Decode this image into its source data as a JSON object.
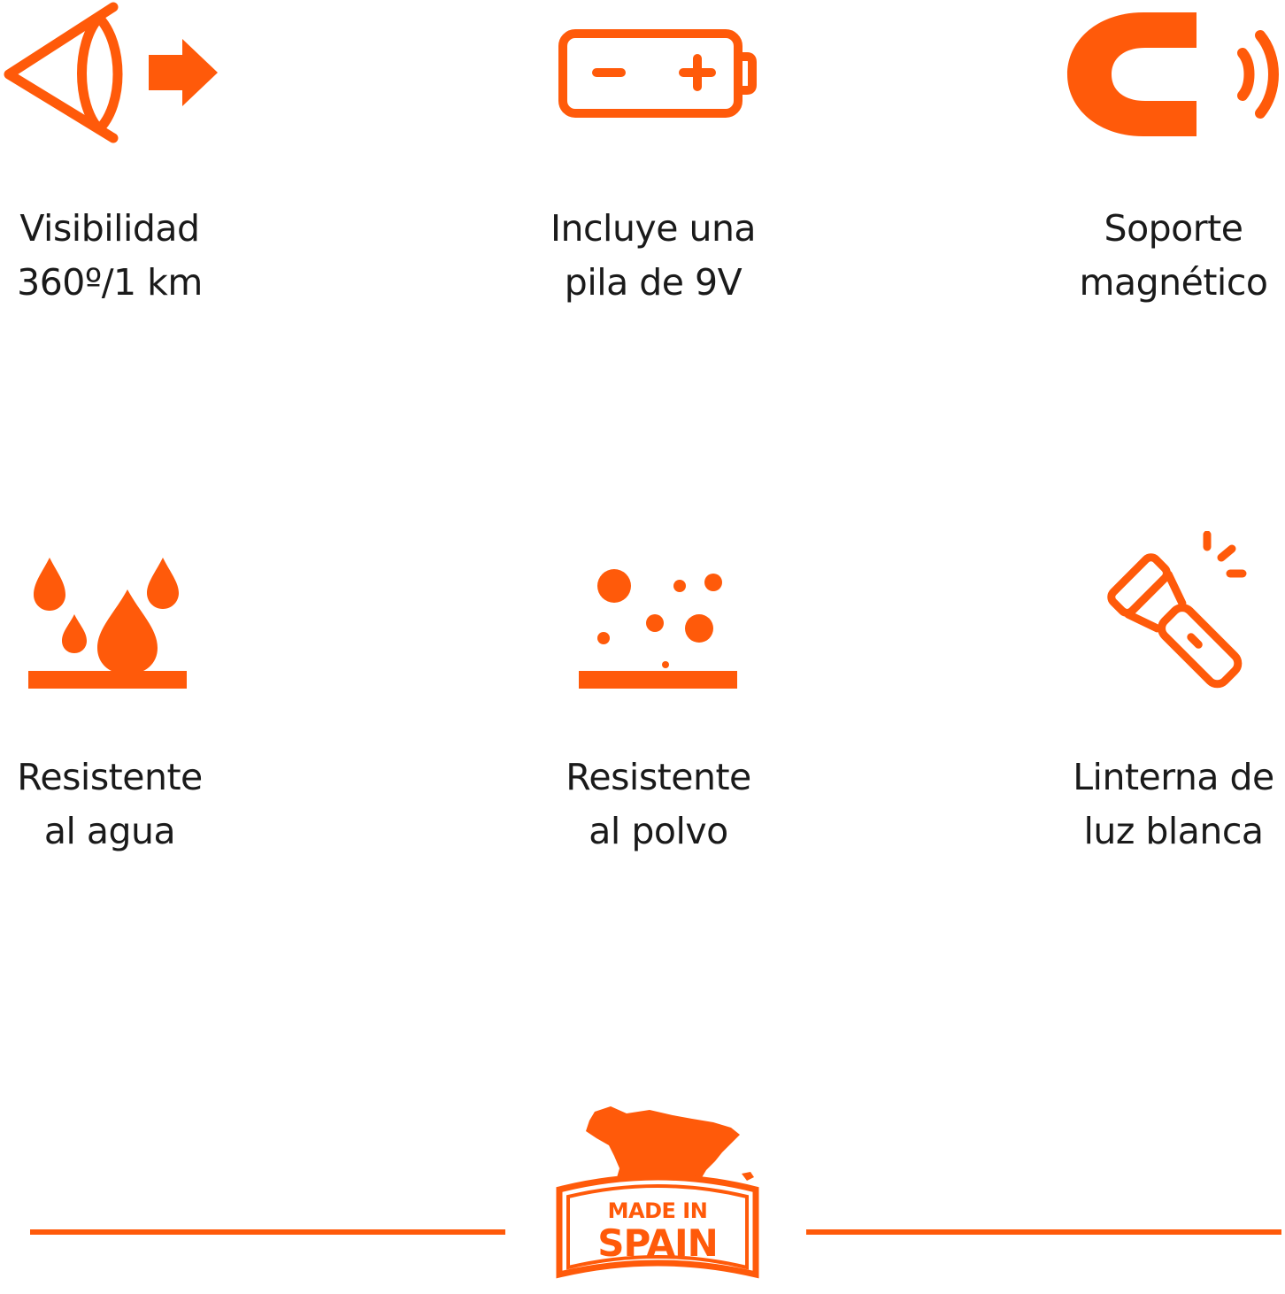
{
  "colors": {
    "accent": "#ff5a0a",
    "text": "#1a1a1a"
  },
  "features": [
    {
      "icon": "eye-arrow-icon",
      "line1": "Visibilidad",
      "line2": "360º/1 km"
    },
    {
      "icon": "battery-icon",
      "line1": "Incluye una",
      "line2": "pila de 9V"
    },
    {
      "icon": "magnet-icon",
      "line1": "Soporte",
      "line2": "magnético"
    },
    {
      "icon": "water-drops-icon",
      "line1": "Resistente",
      "line2": "al agua"
    },
    {
      "icon": "dust-particles-icon",
      "line1": "Resistente",
      "line2": "al polvo"
    },
    {
      "icon": "flashlight-icon",
      "line1": "Linterna de",
      "line2": "luz blanca"
    }
  ],
  "badge": {
    "icon": "spain-map-icon",
    "line1": "MADE IN",
    "line2": "SPAIN"
  }
}
